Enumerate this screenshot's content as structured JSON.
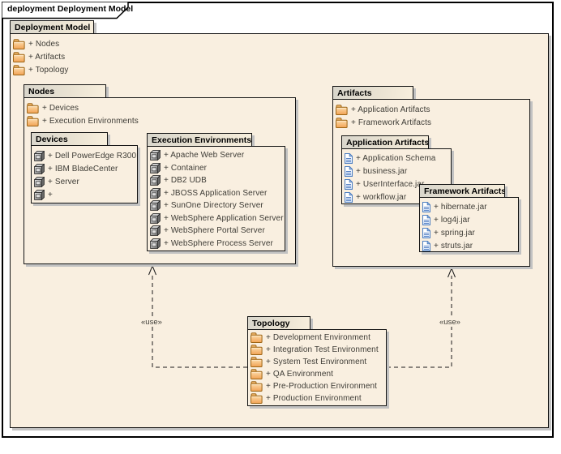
{
  "frame": {
    "label": "deployment Deployment Model"
  },
  "packages": {
    "deployment_model": {
      "title": "Deployment Model",
      "items": [
        "+ Nodes",
        "+ Artifacts",
        "+ Topology"
      ]
    },
    "nodes": {
      "title": "Nodes",
      "items": [
        "+ Devices",
        "+ Execution Environments"
      ]
    },
    "devices": {
      "title": "Devices",
      "items": [
        "+ Dell PowerEdge R300",
        "+ IBM BladeCenter",
        "+ Server",
        "+"
      ]
    },
    "execution_environments": {
      "title": "Execution Environments",
      "items": [
        "+ Apache Web Server",
        "+ Container",
        "+ DB2 UDB",
        "+ JBOSS Application Server",
        "+ SunOne Directory Server",
        "+ WebSphere Application Server",
        "+ WebSphere Portal Server",
        "+ WebSphere Process Server"
      ]
    },
    "artifacts": {
      "title": "Artifacts",
      "items": [
        "+ Application Artifacts",
        "+ Framework Artifacts"
      ]
    },
    "application_artifacts": {
      "title": "Application Artifacts",
      "items": [
        "+ Application Schema",
        "+ business.jar",
        "+ UserInterface.jar",
        "+ workflow.jar"
      ]
    },
    "framework_artifacts": {
      "title": "Framework Artifacts",
      "items": [
        "+ hibernate.jar",
        "+ log4j.jar",
        "+ spring.jar",
        "+ struts.jar"
      ]
    },
    "topology": {
      "title": "Topology",
      "items": [
        "+ Development Environment",
        "+ Integration Test Environment",
        "+ System Test Environment",
        "+ QA Environment",
        "+ Pre-Production Environment",
        "+ Production Environment"
      ]
    }
  },
  "connectors": {
    "left": {
      "stereotype": "«use»"
    },
    "right": {
      "stereotype": "«use»"
    }
  },
  "colors": {
    "package_fill": "#f9efe0",
    "tab_gradient_start": "#d9d6cc",
    "tab_gradient_end": "#f8efdd",
    "drop_shadow": "#c2c2c2",
    "border": "#141414",
    "folder_icon_orange": "#f1a254",
    "artifact_icon_blue": "#4e7fc1",
    "device_icon_gray": "#6a6a6a"
  }
}
